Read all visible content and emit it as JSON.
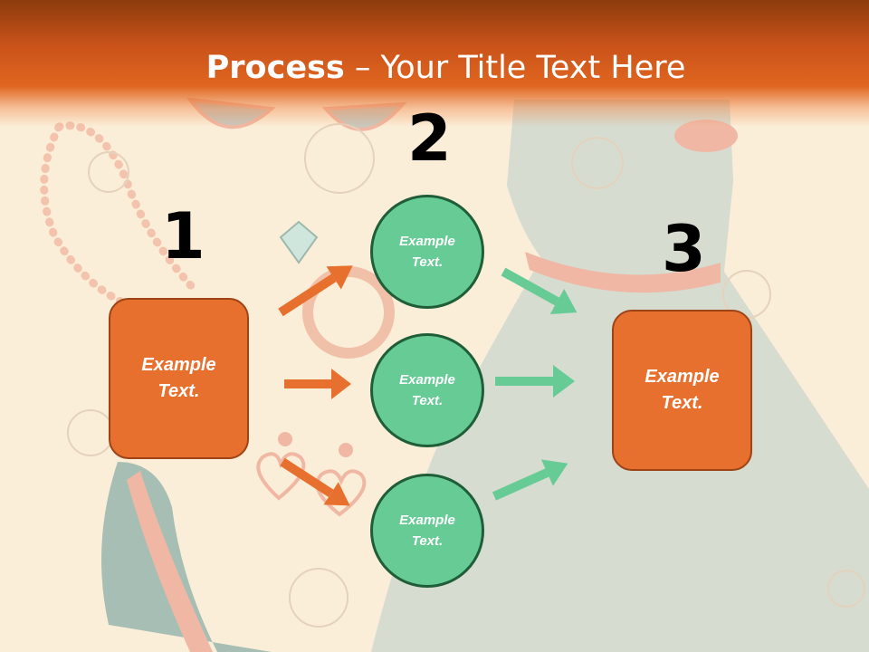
{
  "title": {
    "bold": "Process",
    "dash": " – ",
    "rest": "Your Title Text Here"
  },
  "steps": [
    {
      "number": "1",
      "text": "Example\nText."
    },
    {
      "number": "2",
      "text": ""
    },
    {
      "number": "3",
      "text": "Example\nText."
    }
  ],
  "circles": [
    {
      "text": "Example\nText."
    },
    {
      "text": "Example\nText."
    },
    {
      "text": "Example\nText."
    }
  ],
  "colors": {
    "orange": "#e8702e",
    "green": "#67cb95",
    "background": "#fbeed8",
    "title_bar": "#d9601c"
  }
}
